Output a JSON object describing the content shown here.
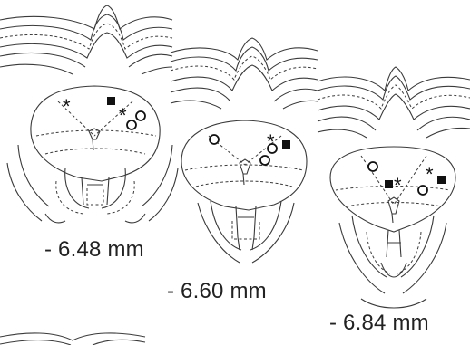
{
  "figure": {
    "sections": [
      {
        "level_label": "- 6.48 mm"
      },
      {
        "level_label": "- 6.60 mm"
      },
      {
        "level_label": "- 6.84 mm"
      }
    ],
    "marker_types": [
      "open-circle",
      "filled-square",
      "asterisk"
    ]
  }
}
